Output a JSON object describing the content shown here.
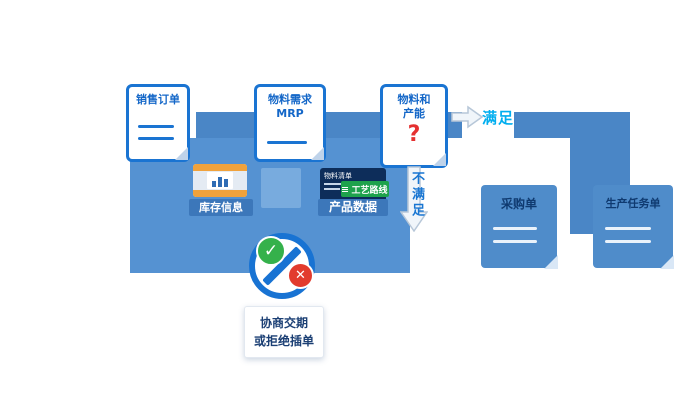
{
  "nodes": {
    "sales_order": {
      "title": "销售订单"
    },
    "mrp": {
      "title_line1": "物料需求",
      "title_line2": "MRP"
    },
    "material_capacity": {
      "title_line1": "物料和",
      "title_line2": "产能",
      "question_mark": "?"
    },
    "inventory": {
      "label": "库存信息"
    },
    "product_data": {
      "label": "产品数据",
      "bom_tag": "物料清单",
      "routing_tag": "工艺路线"
    },
    "purchase_order": {
      "title": "采购单"
    },
    "production_order": {
      "title": "生产任务单"
    },
    "decision_note": {
      "line1": "协商交期",
      "line2": "或拒绝插单"
    }
  },
  "edges": {
    "satisfied": "满足",
    "not_satisfied": "不满足"
  },
  "glyphs": {
    "check": "✓",
    "cross": "✕"
  },
  "colors": {
    "flow_band": "#4a86c6",
    "flow_panel": "#5592d2",
    "doc_border_blue": "#1a74d2",
    "doc_text_blue": "#1467c8",
    "blue_doc_fill": "#4f8cca",
    "blue_doc_text": "#0f3a70",
    "satisfied_text": "#00aeef",
    "question_red": "#e53030",
    "prohibit_blue": "#1873d3",
    "check_green": "#35b14b",
    "cross_red": "#e23b2e",
    "routing_tag_green": "#1ea24c",
    "bom_panel_navy": "#0d2d5a",
    "inventory_bar_orange": "#f0a23c",
    "note_text_navy": "#1b3f74"
  }
}
